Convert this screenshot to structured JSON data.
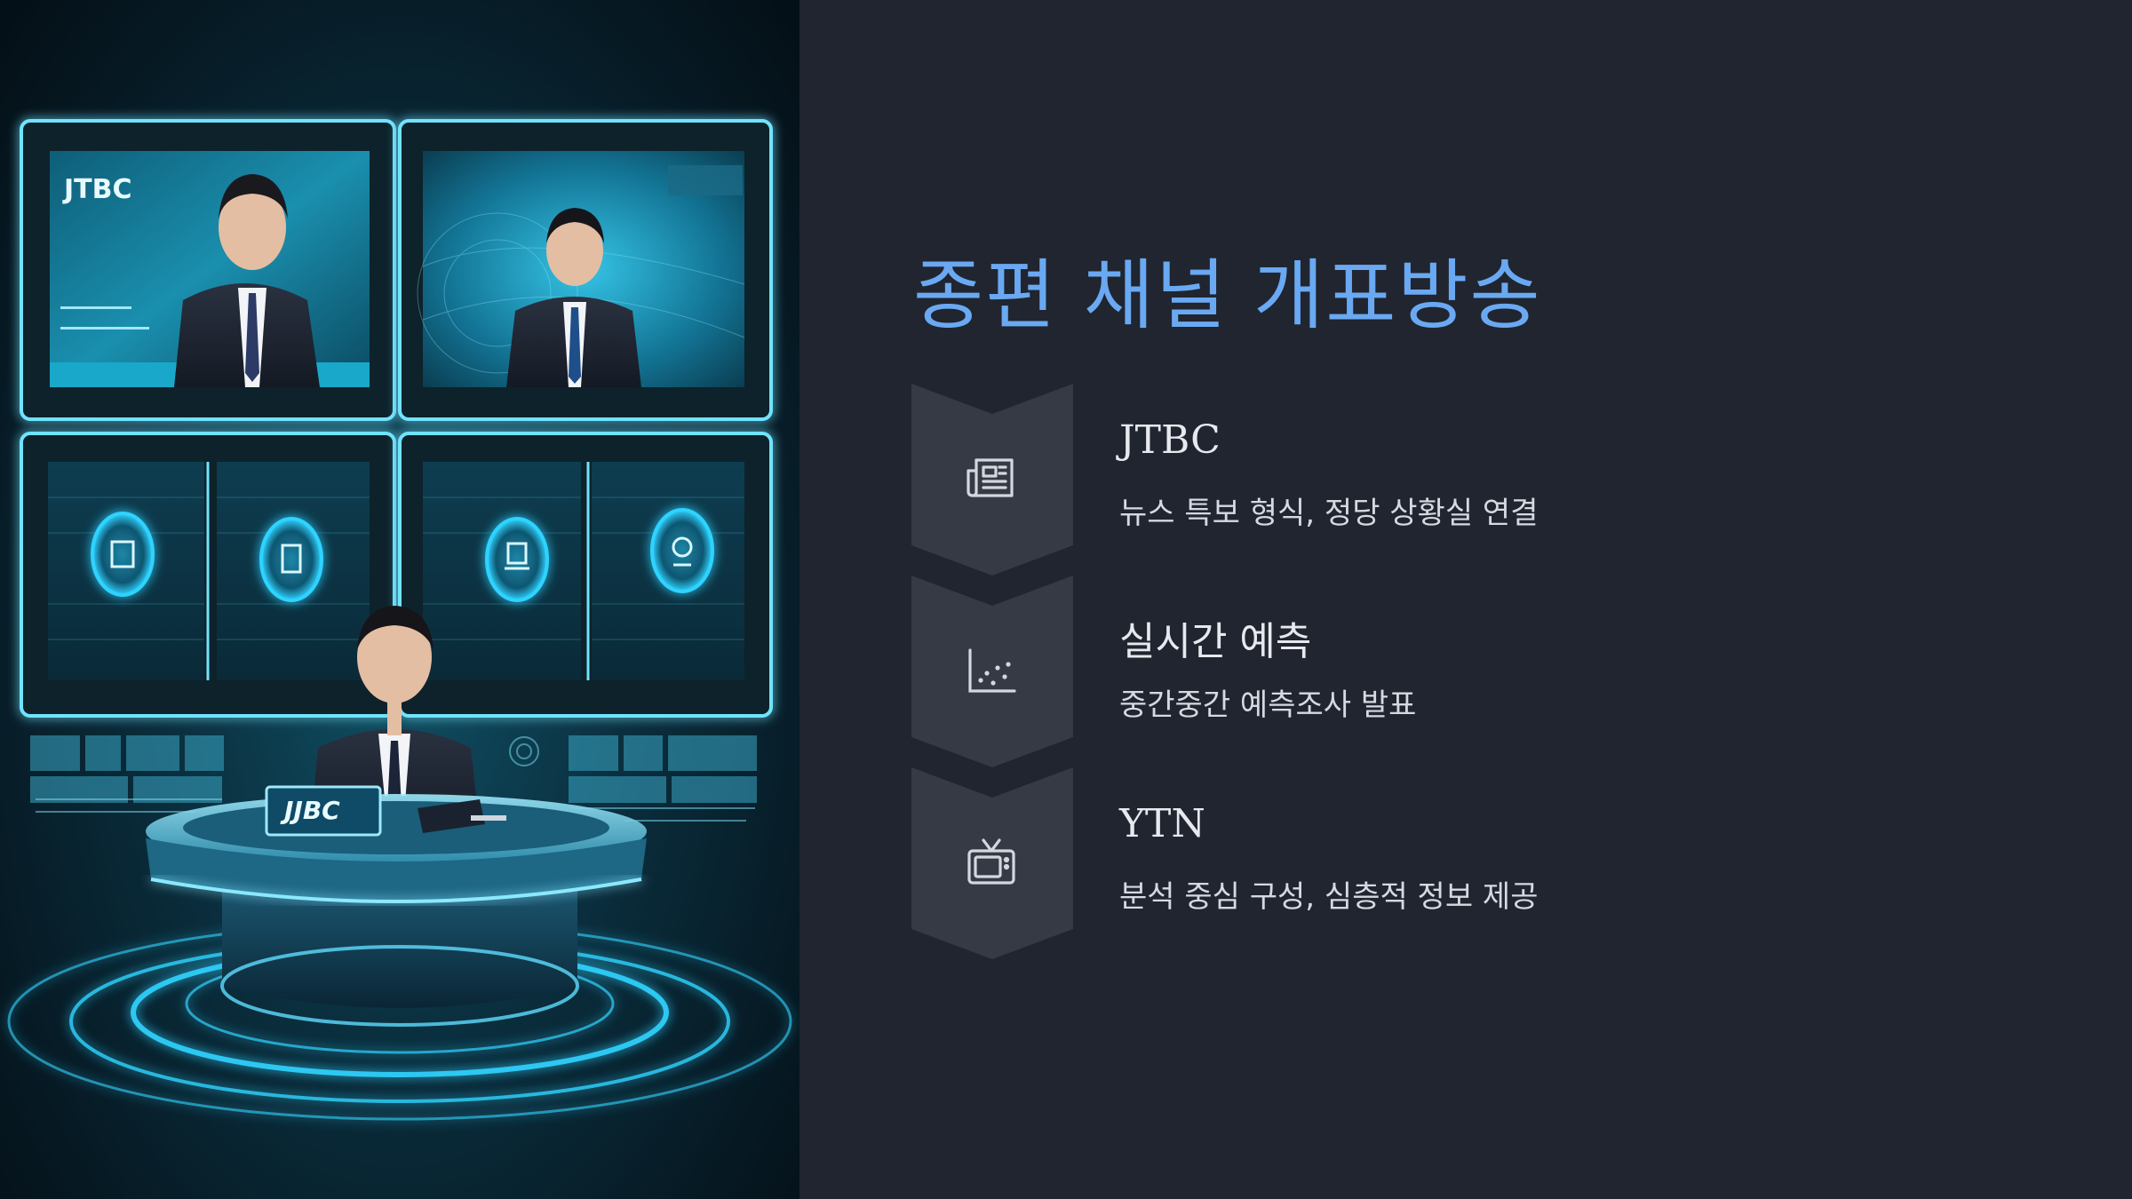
{
  "slide": {
    "title": "종편 채널 개표방송"
  },
  "hero": {
    "screen_logo": "JTBC",
    "desk_logo": "JJBC",
    "accent_color": "#2fd3ff"
  },
  "items": [
    {
      "title": "JTBC",
      "desc": "뉴스 특보 형식, 정당 상황실 연결",
      "icon": "newspaper-icon"
    },
    {
      "title": "실시간 예측",
      "desc": "중간중간 예측조사 발표",
      "icon": "scatter-chart-icon"
    },
    {
      "title": "YTN",
      "desc": "분석 중심 구성, 심층적 정보 제공",
      "icon": "tv-icon"
    }
  ],
  "colors": {
    "background": "#202530",
    "title": "#6aa9f2",
    "chevron": "#353a45",
    "text": "#e7e9ee"
  }
}
